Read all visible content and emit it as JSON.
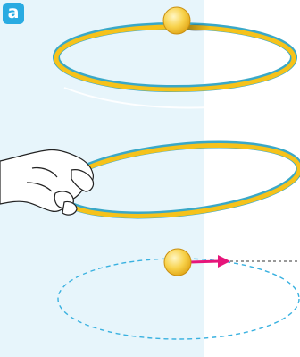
{
  "panel": {
    "label": "a"
  },
  "colors": {
    "background_left": "#e7f5fb",
    "ring_gold": "#f6c21a",
    "ring_edge": "#3aa8c7",
    "ball": "#f7cf45",
    "arrow": "#e6157a",
    "dashed_path": "#39b1e0"
  },
  "scenes": [
    {
      "name": "ring-with-ball-on-top"
    },
    {
      "name": "hand-holding-ring"
    },
    {
      "name": "ball-leaving-circular-path"
    }
  ]
}
